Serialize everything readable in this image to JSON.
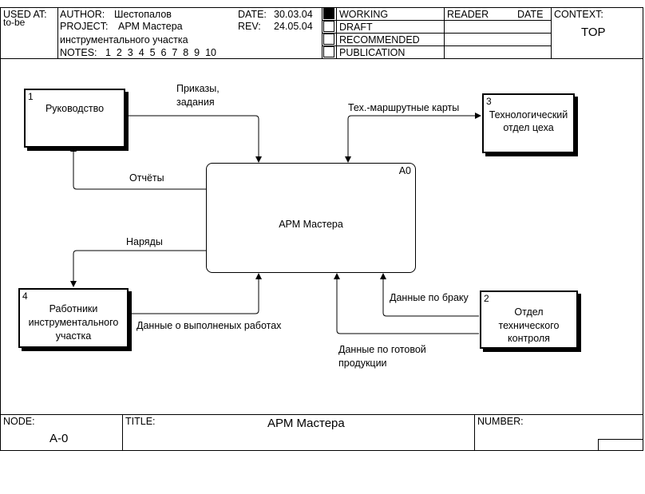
{
  "header": {
    "used_at_label": "USED AT:",
    "used_at_value": "to-be",
    "author_label": "AUTHOR:",
    "author_value": "Шестопалов",
    "date_label": "DATE:",
    "date_value": "30.03.04",
    "project_label": "PROJECT:",
    "project_value": "АРМ Мастера",
    "project_value_line2": "инструментального участка",
    "rev_label": "REV:",
    "rev_value": "24.05.04",
    "notes_label": "NOTES:",
    "notes_value": "1  2  3  4  5  6  7  8  9  10",
    "status": {
      "working": "WORKING",
      "draft": "DRAFT",
      "recommended": "RECOMMENDED",
      "publication": "PUBLICATION"
    },
    "reader_label": "READER",
    "reader_date_label": "DATE",
    "context_label": "CONTEXT:",
    "context_value": "TOP"
  },
  "diagram": {
    "main_box": {
      "label": "АРМ Мастера",
      "code": "A0"
    },
    "boxes": [
      {
        "num": "1",
        "label": [
          "Руководство"
        ]
      },
      {
        "num": "3",
        "label": [
          "Технологический",
          "отдел цеха"
        ]
      },
      {
        "num": "4",
        "label": [
          "Работники",
          "инструментального",
          "участка"
        ]
      },
      {
        "num": "2",
        "label": [
          "Отдел",
          "технического",
          "контроля"
        ]
      }
    ],
    "arrows": {
      "orders": [
        "Приказы,",
        "задания"
      ],
      "reports": "Отчёты",
      "tech_cards": "Тех.-маршрутные карты",
      "work_orders": "Наряды",
      "work_data": "Данные о выполненых работах",
      "defect_data": "Данные по браку",
      "finished_data": [
        "Данные по готовой",
        "продукции"
      ]
    }
  },
  "footer": {
    "node_label": "NODE:",
    "node_value": "A-0",
    "title_label": "TITLE:",
    "title_value": "АРМ Мастера",
    "number_label": "NUMBER:"
  }
}
